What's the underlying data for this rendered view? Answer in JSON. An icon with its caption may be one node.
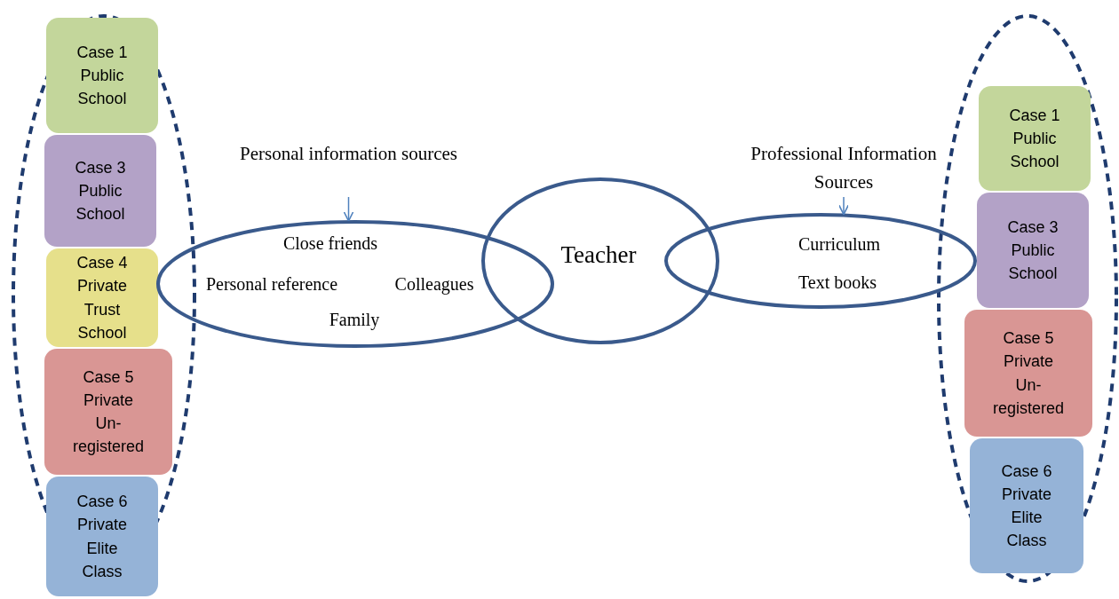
{
  "diagram": {
    "nodes": [
      {
        "text": [],
        "shape": "ellipse"
      },
      {
        "text": [
          "Case 1 Public School"
        ],
        "in": 0
      },
      {
        "text": [
          "Case 3 Public School"
        ],
        "in": 0
      },
      {
        "text": [
          "Case 4 Private Trust School"
        ],
        "in": 0
      },
      {
        "text": [
          "Case 5 Private Un-registered"
        ],
        "in": 0
      },
      {
        "text": [
          "Case 6 Private Elite Class"
        ],
        "in": 0
      },
      {
        "text": [
          "Personal information sources"
        ]
      },
      {
        "text": [
          "Close friends",
          "Personal reference",
          "Colleagues",
          "Family"
        ]
      },
      {
        "text": [
          "Teacher"
        ]
      },
      {
        "text": [
          "Professional Information Sources"
        ]
      },
      {
        "text": [
          "Curriculum",
          "Text books"
        ]
      },
      {
        "text": [],
        "shape": "ellipse"
      },
      {
        "text": [
          "Case 1 Public School"
        ],
        "in": 11
      },
      {
        "text": [
          "Case 3 Public School"
        ],
        "in": 11
      },
      {
        "text": [
          "Case 5 Private Un-registered"
        ],
        "in": 11
      },
      {
        "text": [
          "Case 6 Private Elite Class"
        ],
        "in": 11
      }
    ],
    "edges": [
      {
        "from": 6,
        "to": 7,
        "arrow": "to"
      },
      {
        "from": 9,
        "to": 10,
        "arrow": "to"
      }
    ]
  }
}
